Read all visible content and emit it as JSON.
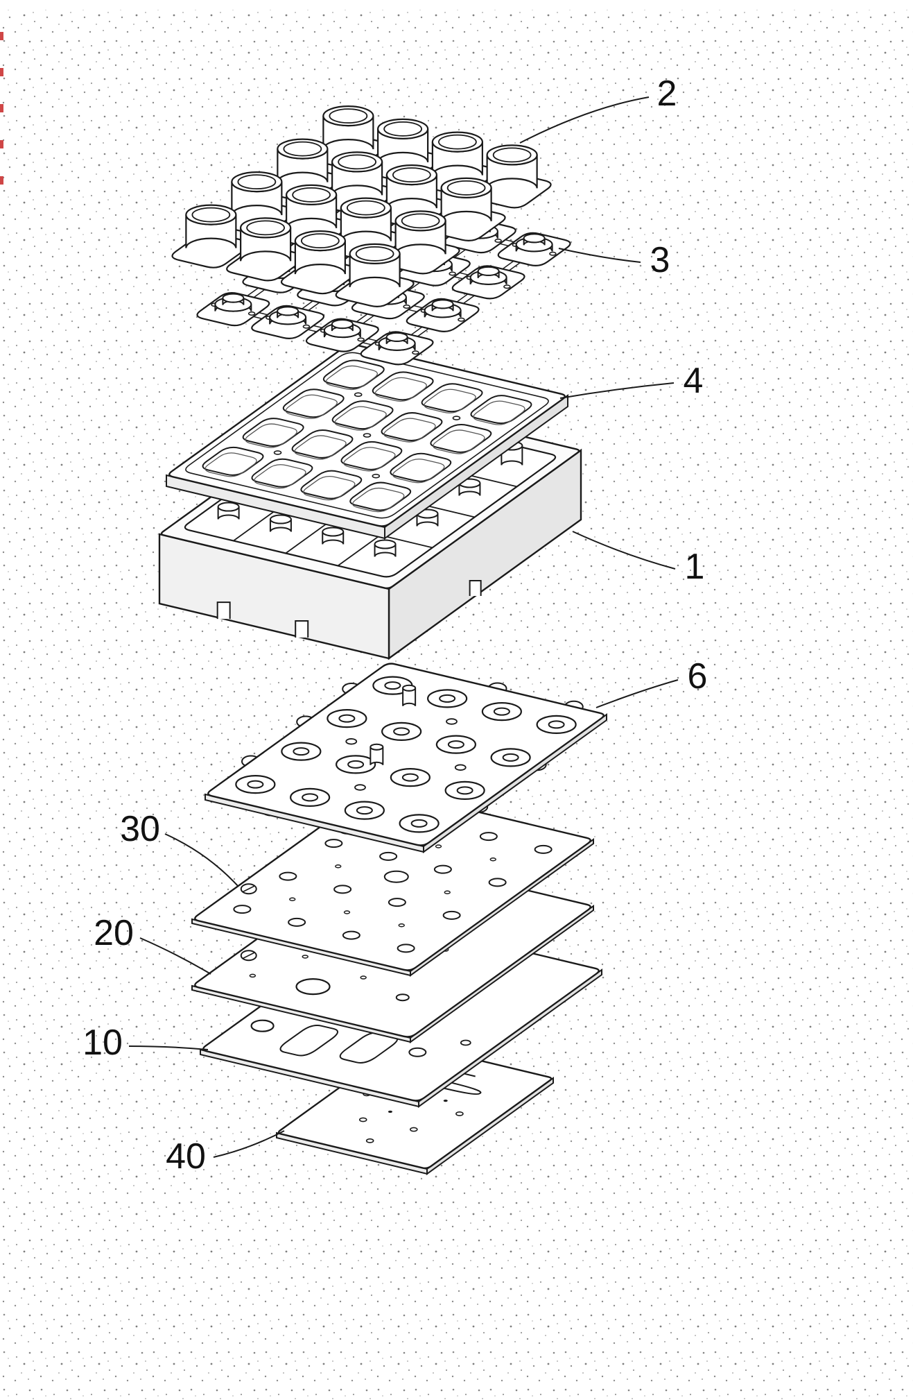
{
  "figure": {
    "callouts": [
      {
        "part": "keycap-array",
        "label": "2"
      },
      {
        "part": "switch-sheet",
        "label": "3"
      },
      {
        "part": "frame-plate",
        "label": "4"
      },
      {
        "part": "housing",
        "label": "1"
      },
      {
        "part": "contact-dome-sheet",
        "label": "6"
      },
      {
        "part": "membrane-plate-30",
        "label": "30"
      },
      {
        "part": "membrane-plate-20",
        "label": "20"
      },
      {
        "part": "membrane-plate-10",
        "label": "10"
      },
      {
        "part": "base-plate-40",
        "label": "40"
      }
    ],
    "colors": {
      "line": "#1a1a1a",
      "background": "#ffffff",
      "scan_mark": "#cf4646"
    }
  }
}
